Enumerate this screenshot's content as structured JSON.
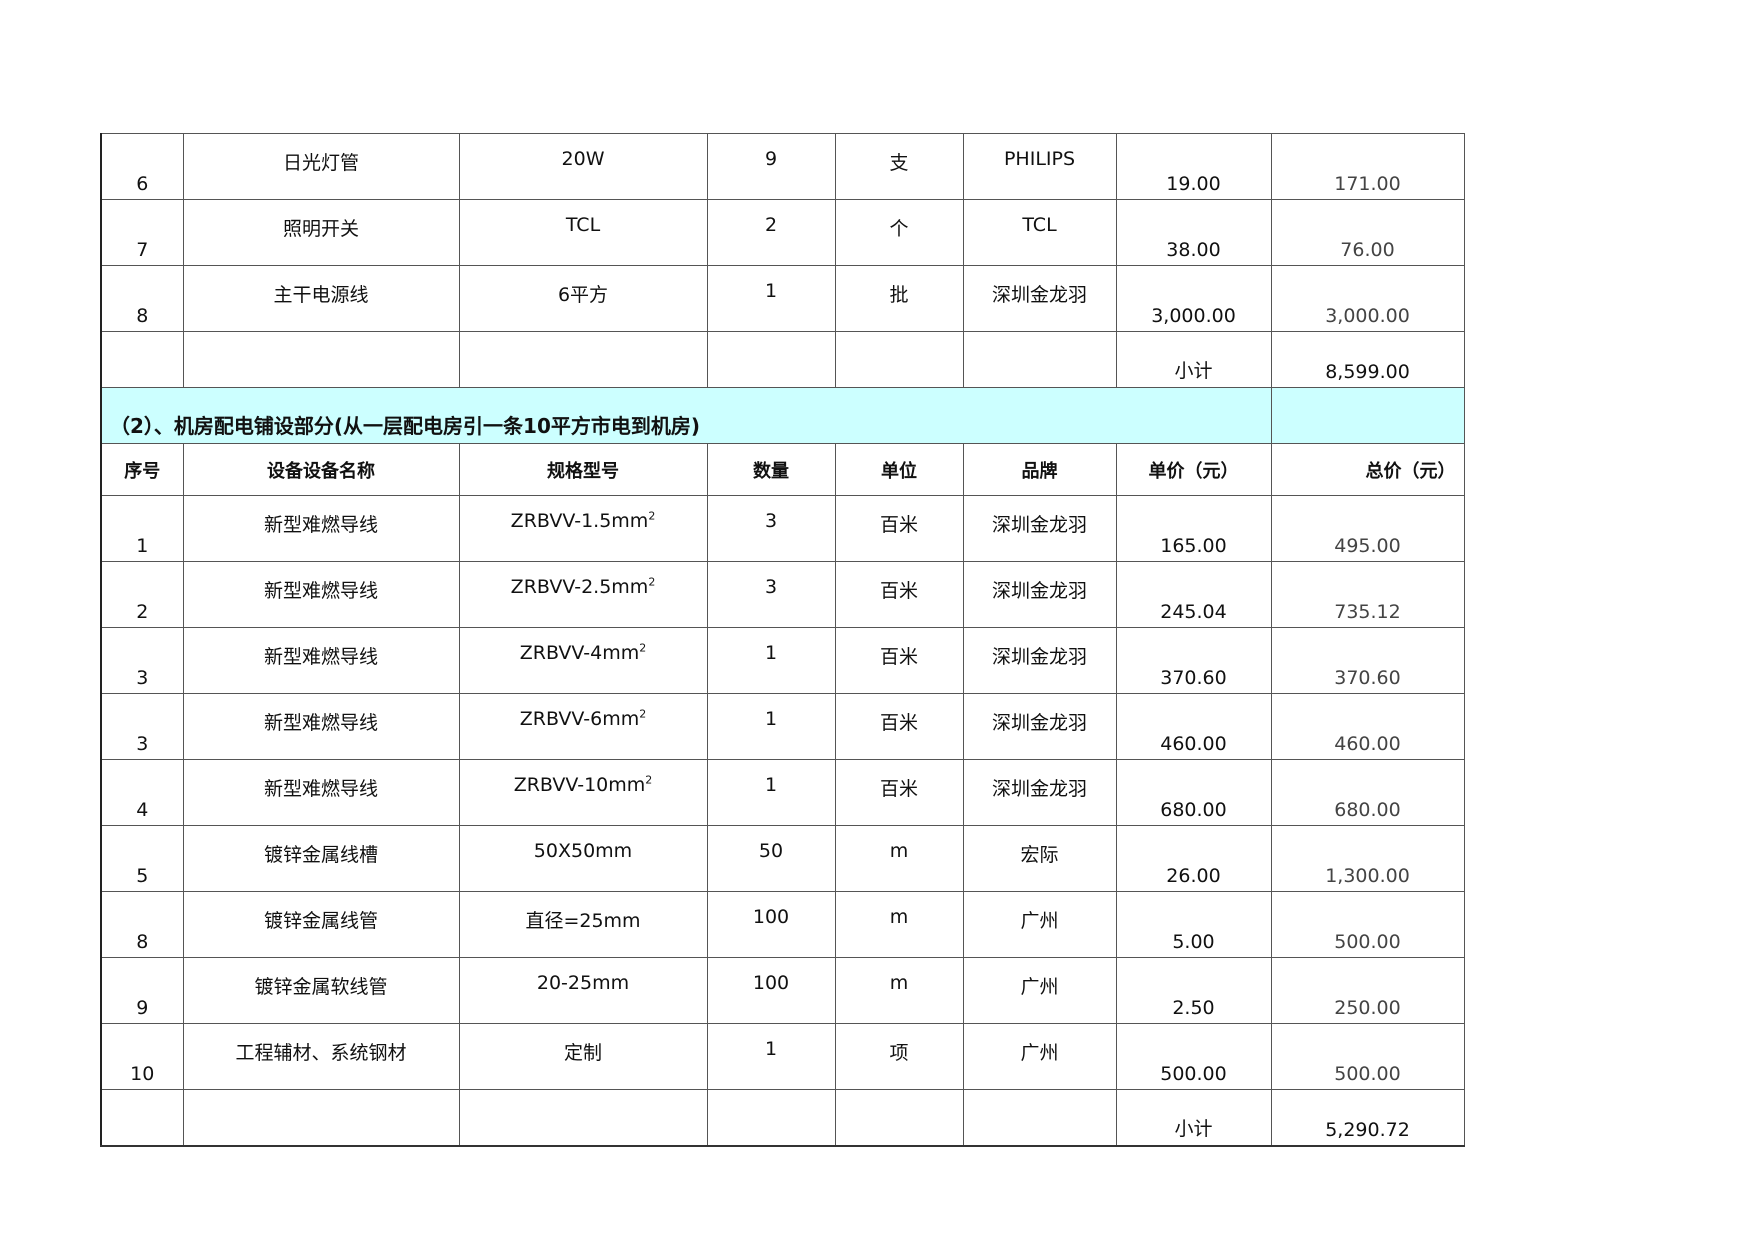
{
  "section1": {
    "rows": [
      {
        "no": "6",
        "name": "日光灯管",
        "spec": "20W",
        "qty": "9",
        "unit": "支",
        "brand": "PHILIPS",
        "unit_price": "19.00",
        "total": "171.00"
      },
      {
        "no": "7",
        "name": "照明开关",
        "spec": "TCL",
        "qty": "2",
        "unit": "个",
        "brand": "TCL",
        "unit_price": "38.00",
        "total": "76.00"
      },
      {
        "no": "8",
        "name": "主干电源线",
        "spec": "6平方",
        "qty": "1",
        "unit": "批",
        "brand": "深圳金龙羽",
        "unit_price": "3,000.00",
        "total": "3,000.00"
      }
    ],
    "subtotal_label": "小计",
    "subtotal_value": "8,599.00"
  },
  "section2": {
    "title": "（2）、机房配电铺设部分(从一层配电房引一条10平方市电到机房)",
    "header_color": "#ccffff",
    "columns": [
      "序号",
      "设备设备名称",
      "规格型号",
      "数量",
      "单位",
      "品牌",
      "单价（元）",
      "总价（元）"
    ],
    "rows": [
      {
        "no": "1",
        "name": "新型难燃导线",
        "spec": "ZRBVV-1.5mm",
        "spec_sup": "2",
        "qty": "3",
        "unit": "百米",
        "brand": "深圳金龙羽",
        "unit_price": "165.00",
        "total": "495.00"
      },
      {
        "no": "2",
        "name": "新型难燃导线",
        "spec": "ZRBVV-2.5mm",
        "spec_sup": "2",
        "qty": "3",
        "unit": "百米",
        "brand": "深圳金龙羽",
        "unit_price": "245.04",
        "total": "735.12"
      },
      {
        "no": "3",
        "name": "新型难燃导线",
        "spec": "ZRBVV-4mm",
        "spec_sup": "2",
        "qty": "1",
        "unit": "百米",
        "brand": "深圳金龙羽",
        "unit_price": "370.60",
        "total": "370.60"
      },
      {
        "no": "3",
        "name": "新型难燃导线",
        "spec": "ZRBVV-6mm",
        "spec_sup": "2",
        "qty": "1",
        "unit": "百米",
        "brand": "深圳金龙羽",
        "unit_price": "460.00",
        "total": "460.00"
      },
      {
        "no": "4",
        "name": "新型难燃导线",
        "spec": "ZRBVV-10mm",
        "spec_sup": "2",
        "qty": "1",
        "unit": "百米",
        "brand": "深圳金龙羽",
        "unit_price": "680.00",
        "total": "680.00"
      },
      {
        "no": "5",
        "name": "镀锌金属线槽",
        "spec": "50X50mm",
        "spec_sup": "",
        "qty": "50",
        "unit": "m",
        "brand": "宏际",
        "unit_price": "26.00",
        "total": "1,300.00"
      },
      {
        "no": "8",
        "name": "镀锌金属线管",
        "spec": "直径=25mm",
        "spec_sup": "",
        "qty": "100",
        "unit": "m",
        "brand": "广州",
        "unit_price": "5.00",
        "total": "500.00"
      },
      {
        "no": "9",
        "name": "镀锌金属软线管",
        "spec": "20-25mm",
        "spec_sup": "",
        "qty": "100",
        "unit": "m",
        "brand": "广州",
        "unit_price": "2.50",
        "total": "250.00"
      },
      {
        "no": "10",
        "name": "工程辅材、系统钢材",
        "spec": "定制",
        "spec_sup": "",
        "qty": "1",
        "unit": "项",
        "brand": "广州",
        "unit_price": "500.00",
        "total": "500.00"
      }
    ],
    "subtotal_label": "小计",
    "subtotal_value": "5,290.72"
  }
}
